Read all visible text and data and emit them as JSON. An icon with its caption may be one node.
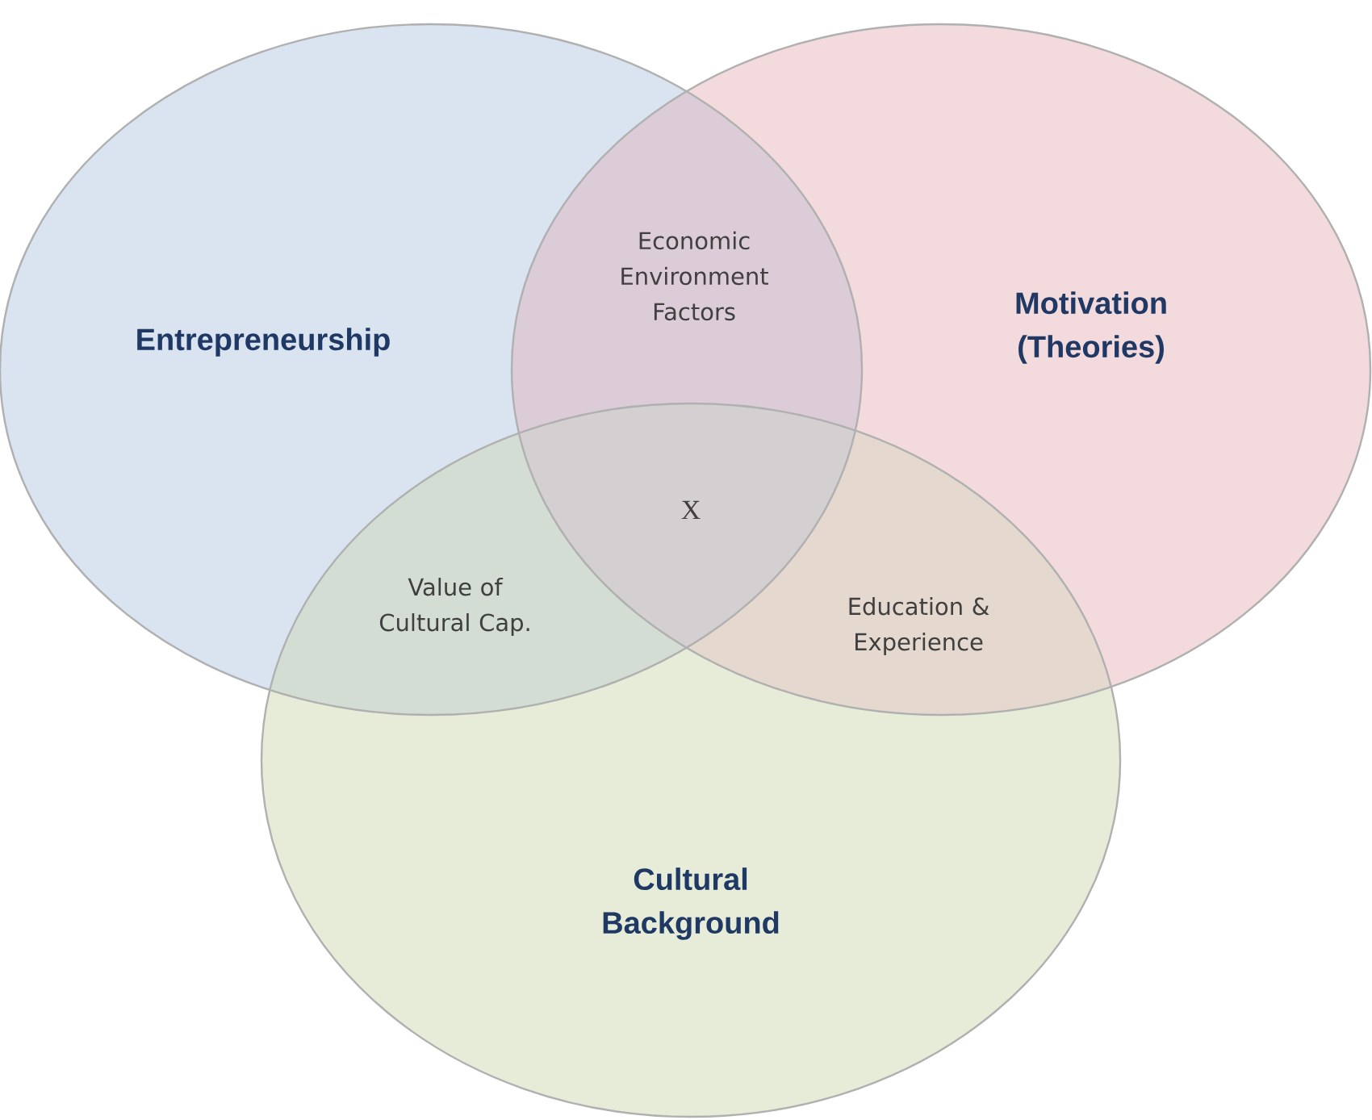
{
  "diagram": {
    "nodes": [
      {
        "text": [
          "Entrepreneurship"
        ]
      },
      {
        "text": [
          "Motivation (Theories)"
        ]
      },
      {
        "text": [
          "Cultural Background"
        ]
      }
    ],
    "edges": [],
    "labels": [
      "Economic Environment Factors",
      "X",
      "Value of Cultural Cap.",
      "Education & Experience"
    ]
  }
}
